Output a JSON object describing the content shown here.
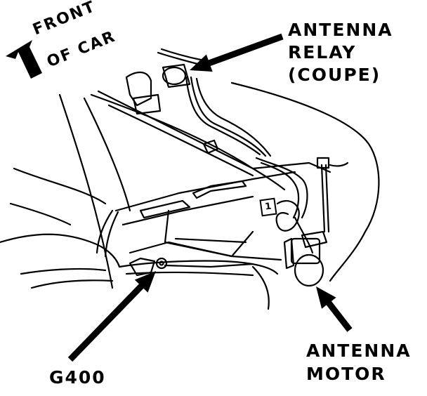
{
  "labels": {
    "front_of_car": {
      "line1": "FRONT",
      "line2": "OF CAR"
    },
    "antenna_relay": {
      "line1": "ANTENNA",
      "line2": "RELAY",
      "line3": "(COUPE)"
    },
    "antenna_motor": {
      "line1": "ANTENNA",
      "line2": "MOTOR"
    },
    "ground_point": "G400",
    "callout_number": "1"
  },
  "icons": {
    "direction_arrow": "arrow-left-down",
    "leader_arrows": [
      "relay-pointer-arrow",
      "g400-pointer-arrow",
      "motor-pointer-arrow"
    ]
  },
  "colors": {
    "ink": "#000000",
    "paper": "#ffffff"
  }
}
